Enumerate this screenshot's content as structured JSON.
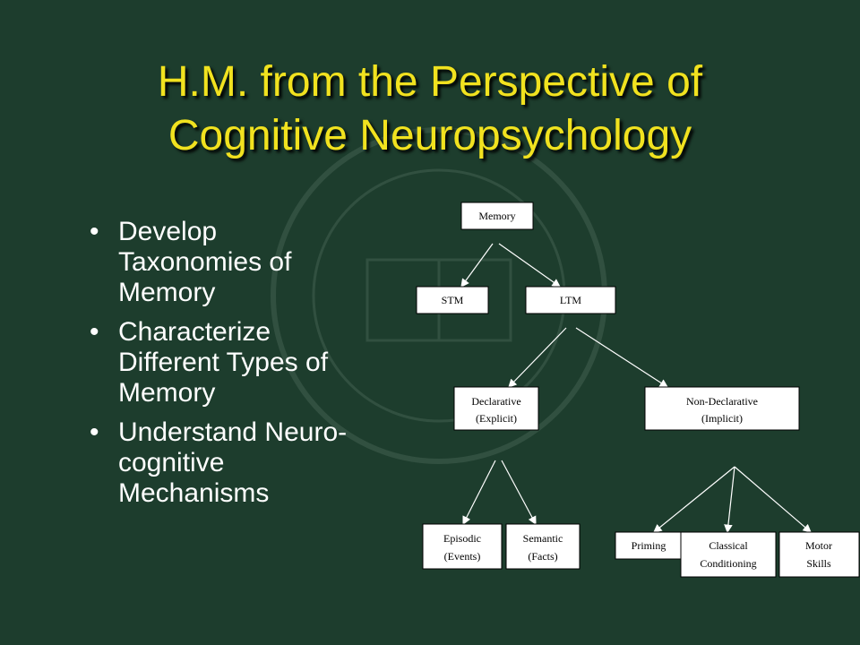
{
  "title": {
    "line1": "H.M. from the Perspective of",
    "line2": "Cognitive Neuropsychology"
  },
  "bullets": [
    {
      "lines": [
        "Develop",
        "Taxonomies of",
        "Memory"
      ]
    },
    {
      "lines": [
        "Characterize",
        "Different Types of",
        "Memory"
      ]
    },
    {
      "lines": [
        "Understand Neuro-",
        "cognitive",
        "Mechanisms"
      ]
    }
  ],
  "diagram": {
    "memory": [
      "Memory"
    ],
    "stm": [
      "STM"
    ],
    "ltm": [
      "LTM"
    ],
    "declarative": [
      "Declarative",
      "(Explicit)"
    ],
    "nondeclarative": [
      "Non-Declarative",
      "(Implicit)"
    ],
    "episodic": [
      "Episodic",
      "(Events)"
    ],
    "semantic": [
      "Semantic",
      "(Facts)"
    ],
    "priming": [
      "Priming"
    ],
    "classical": [
      "Classical",
      "Conditioning"
    ],
    "motor": [
      "Motor",
      "Skills"
    ]
  },
  "colors": {
    "background": "#1d3d2d",
    "title": "#f1e21f",
    "text": "#ffffff"
  }
}
